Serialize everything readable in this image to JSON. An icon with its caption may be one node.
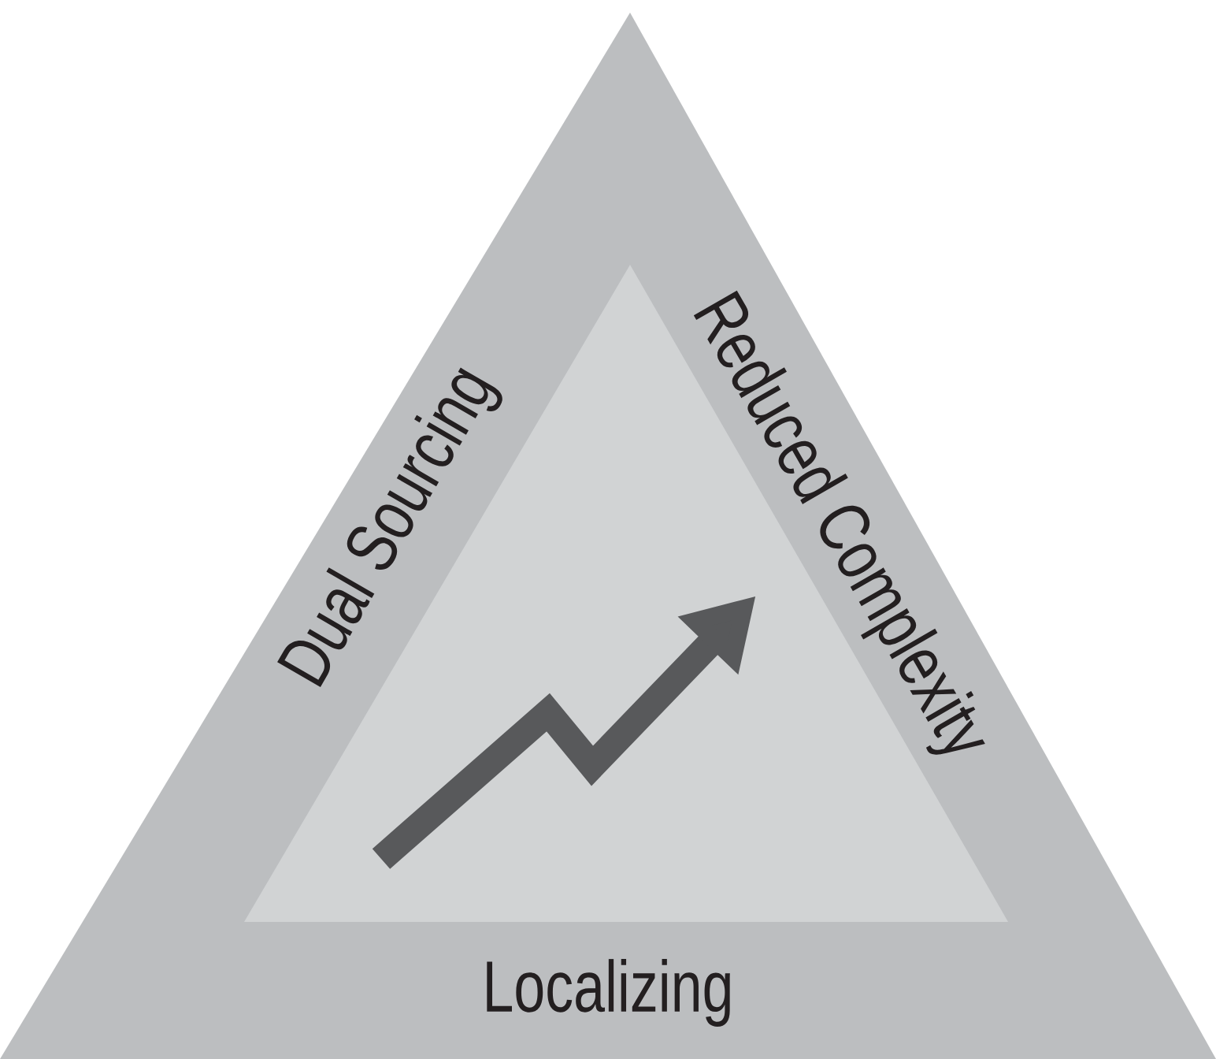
{
  "diagram": {
    "nodes": [
      {
        "text": [
          "Dual Sourcing",
          "Reduced Complexity",
          "Localizing"
        ]
      },
      {
        "text": [],
        "shape": "triangle",
        "in": 0
      }
    ]
  }
}
